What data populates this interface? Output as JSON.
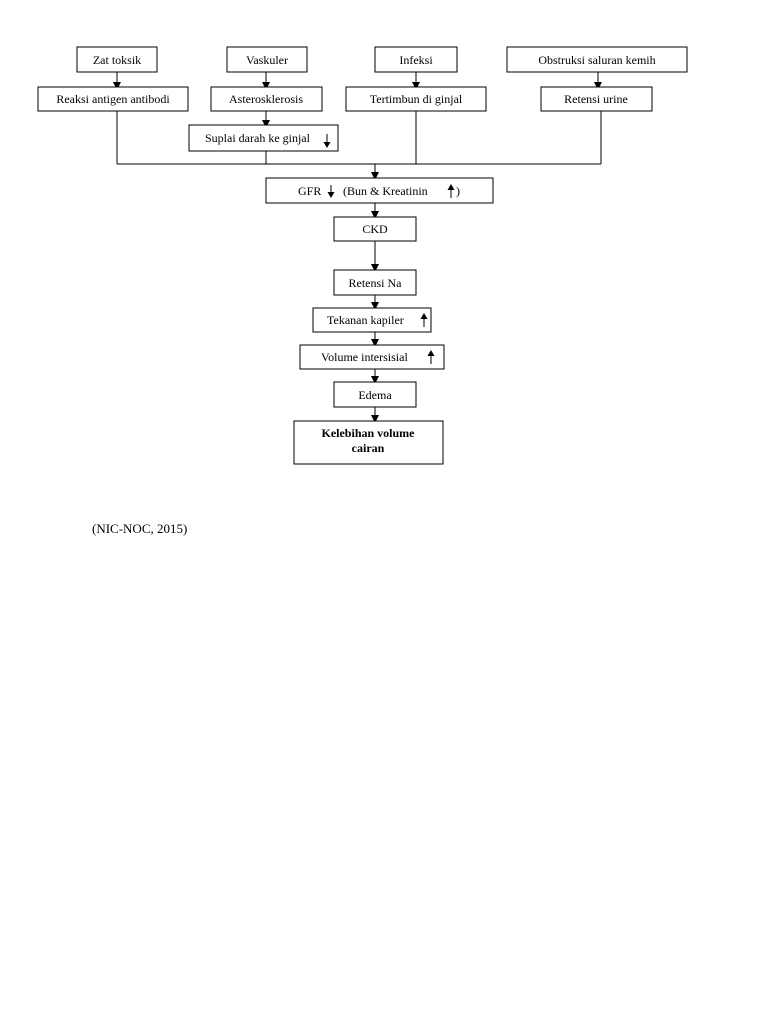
{
  "nodes": {
    "zat_toksik": "Zat toksik",
    "vaskuler": "Vaskuler",
    "infeksi": "Infeksi",
    "obstruksi": "Obstruksi saluran kemih",
    "reaksi": "Reaksi antigen antibodi",
    "asterosklerosis": "Asterosklerosis",
    "tertimbun": "Tertimbun di ginjal",
    "retensi_urine": "Retensi urine",
    "suplai": "Suplai darah ke ginjal",
    "gfr_a": "GFR",
    "gfr_b": "(Bun & Kreatinin",
    "gfr_c": ")",
    "ckd": "CKD",
    "retensi_na": "Retensi Na",
    "tekanan": "Tekanan kapiler",
    "volume": "Volume intersisial",
    "edema": "Edema",
    "kelebihan_1": "Kelebihan volume",
    "kelebihan_2": "cairan"
  },
  "citation": "(NIC-NOC, 2015)"
}
